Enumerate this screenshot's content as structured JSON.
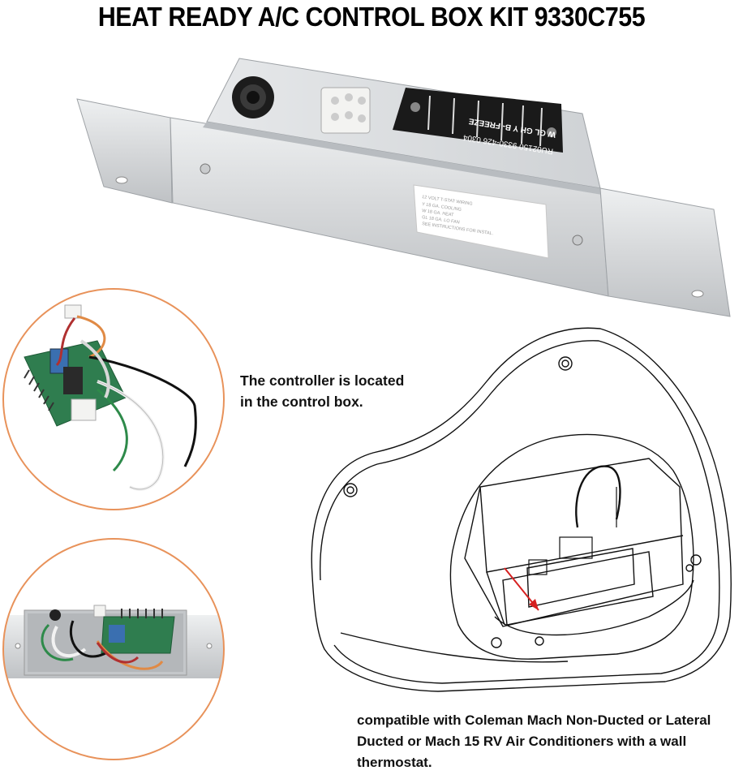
{
  "title": "HEAT READY A/C CONTROL BOX KIT 9330C755",
  "captions": {
    "controller_line1": "The controller is located",
    "controller_line2": "in the control box.",
    "compat_line1": "compatible with Coleman Mach Non-Ducted or Lateral",
    "compat_line2": "Ducted or Mach 15 RV Air Conditioners with a wall",
    "compat_line3": "thermostat."
  },
  "box_label": {
    "part_code": "0304",
    "part_number": "9330-426",
    "model": "RU02150",
    "terminals": [
      "W",
      "GL",
      "GH",
      "Y",
      "B-",
      "FREEZE"
    ]
  },
  "colors": {
    "circle_border": "#e8925a",
    "metal": "#d9dbdd",
    "terminal_strip": "#1a1a1a",
    "pcb_green": "#2f7d4f"
  }
}
